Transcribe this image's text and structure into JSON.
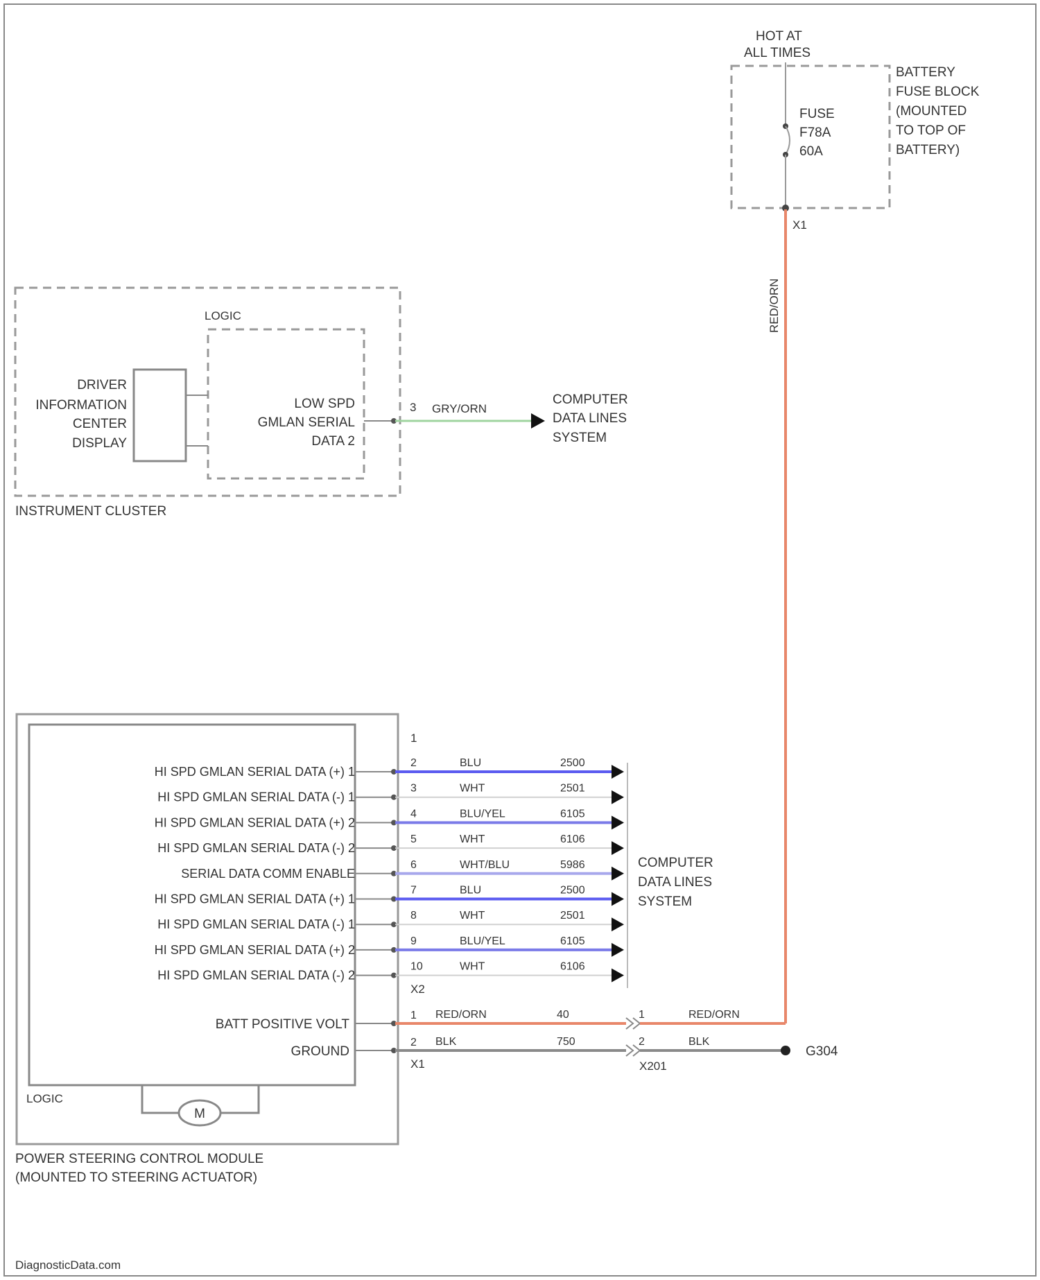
{
  "battery_fuse_block": {
    "supply_label_1": "HOT AT",
    "supply_label_2": "ALL TIMES",
    "name_lines": [
      "BATTERY",
      "FUSE BLOCK",
      "(MOUNTED",
      "TO TOP OF",
      "BATTERY)"
    ],
    "fuse_lines": [
      "FUSE",
      "F78A",
      "60A"
    ],
    "connector": "X1"
  },
  "riser_wire": {
    "color_label": "RED/ORN"
  },
  "instrument_cluster": {
    "name": "INSTRUMENT CLUSTER",
    "logic_label": "LOGIC",
    "display_lines": [
      "DRIVER",
      "INFORMATION",
      "CENTER",
      "DISPLAY"
    ],
    "circuit_lines": [
      "LOW SPD",
      "GMLAN SERIAL",
      "DATA 2"
    ],
    "pin": "3",
    "wire_color": "GRY/ORN",
    "destination_lines": [
      "COMPUTER",
      "DATA LINES",
      "SYSTEM"
    ]
  },
  "pscm": {
    "name_lines": [
      "POWER STEERING CONTROL MODULE",
      "(MOUNTED TO STEERING ACTUATOR)"
    ],
    "logic_label": "LOGIC",
    "motor_label": "M",
    "connector_top": "X2",
    "connector_bottom": "X1",
    "unused_pin": "1",
    "data_circuits": [
      {
        "label": "HI SPD GMLAN SERIAL DATA (+) 1",
        "pin": "2",
        "color": "BLU",
        "circuit": "2500",
        "hex": "#5b5bf0"
      },
      {
        "label": "HI SPD GMLAN SERIAL DATA (-) 1",
        "pin": "3",
        "color": "WHT",
        "circuit": "2501",
        "hex": "#d0d0d0"
      },
      {
        "label": "HI SPD GMLAN SERIAL DATA (+) 2",
        "pin": "4",
        "color": "BLU/YEL",
        "circuit": "6105",
        "hex": "#7b7be8"
      },
      {
        "label": "HI SPD GMLAN SERIAL DATA (-) 2",
        "pin": "5",
        "color": "WHT",
        "circuit": "6106",
        "hex": "#d0d0d0"
      },
      {
        "label": "SERIAL DATA COMM ENABLE",
        "pin": "6",
        "color": "WHT/BLU",
        "circuit": "5986",
        "hex": "#a8a8ec"
      },
      {
        "label": "HI SPD GMLAN SERIAL DATA (+) 1",
        "pin": "7",
        "color": "BLU",
        "circuit": "2500",
        "hex": "#5b5bf0"
      },
      {
        "label": "HI SPD GMLAN SERIAL DATA (-) 1",
        "pin": "8",
        "color": "WHT",
        "circuit": "2501",
        "hex": "#d0d0d0"
      },
      {
        "label": "HI SPD GMLAN SERIAL DATA (+) 2",
        "pin": "9",
        "color": "BLU/YEL",
        "circuit": "6105",
        "hex": "#7b7be8"
      },
      {
        "label": "HI SPD GMLAN SERIAL DATA (-) 2",
        "pin": "10",
        "color": "WHT",
        "circuit": "6106",
        "hex": "#d0d0d0"
      }
    ],
    "destination_lines": [
      "COMPUTER",
      "DATA LINES",
      "SYSTEM"
    ],
    "power_circuits": [
      {
        "label": "BATT POSITIVE VOLT",
        "pin": "1",
        "color": "RED/ORN",
        "circuit": "40",
        "inline_pin": "1",
        "inline_color": "RED/ORN",
        "hex": "#e8876a"
      },
      {
        "label": "GROUND",
        "pin": "2",
        "color": "BLK",
        "circuit": "750",
        "inline_pin": "2",
        "inline_color": "BLK",
        "hex": "#8a8a8a"
      }
    ],
    "inline_connector": "X201",
    "ground_label": "G304"
  },
  "colors": {
    "red_orn": "#e8876a",
    "gry_orn": "#9fd49f",
    "blk": "#8a8a8a"
  },
  "watermark": "DiagnosticData.com"
}
